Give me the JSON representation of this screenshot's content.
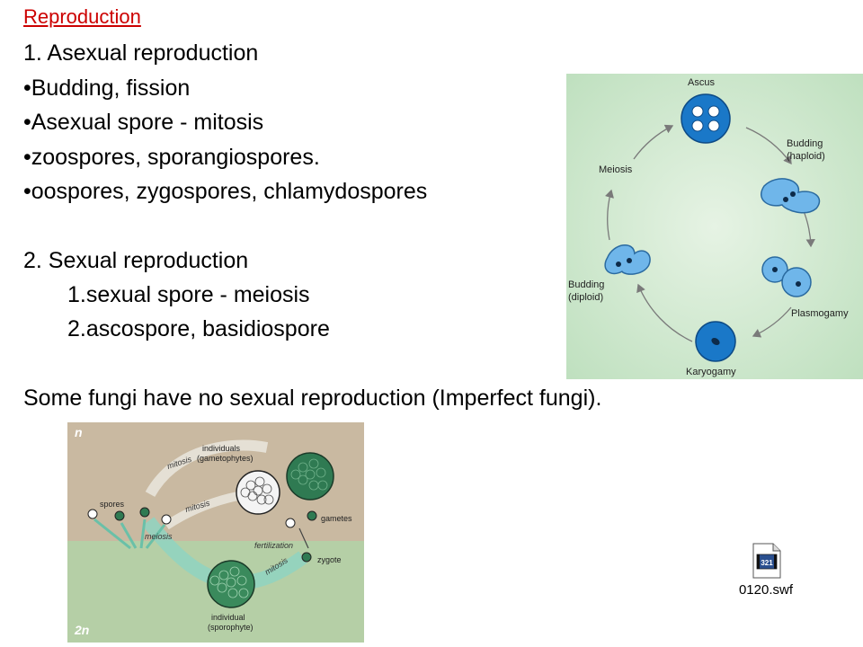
{
  "title": "Reproduction",
  "lines": {
    "asexual": "1.   Asexual reproduction",
    "budding_fission": "•Budding, fission",
    "asexual_spore": "•Asexual spore - mitosis",
    "zoospores": "•zoospores, sporangiospores.",
    "oospores": "•oospores, zygospores, chlamydospores",
    "sexual": "2.  Sexual reproduction",
    "sexual_spore": "1.sexual spore - meiosis",
    "ascospore": "2.ascospore, basidiospore",
    "imperfect": "Some fungi have no sexual reproduction (Imperfect fungi)."
  },
  "yeast_cycle": {
    "labels": {
      "ascus": "Ascus",
      "budding_haploid_1": "Budding",
      "budding_haploid_2": "(haploid)",
      "plasmogamy": "Plasmogamy",
      "karyogamy": "Karyogamy",
      "budding_diploid_1": "Budding",
      "budding_diploid_2": "(diploid)",
      "meiosis": "Meiosis"
    },
    "colors": {
      "background": "#cfe8cf",
      "cell_light": "#6fb6ea",
      "cell_dark": "#1a78c8",
      "arrow": "#7a7a7a"
    }
  },
  "alternation": {
    "labels": {
      "n": "n",
      "two_n": "2n",
      "individuals_1": "individuals",
      "individuals_2": "(gametophytes)",
      "mitosis_1": "mitosis",
      "mitosis_2": "mitosis",
      "mitosis_3": "mitosis",
      "spores": "spores",
      "gametes": "gametes",
      "meiosis": "meiosis",
      "fertilization": "fertilization",
      "zygote": "zygote",
      "individual_1": "individual",
      "individual_2": "(sporophyte)"
    },
    "colors": {
      "haploid_bg": "#c9b9a1",
      "diploid_bg": "#b5cfa6",
      "flow": "#8fd4c1",
      "cell_dark": "#2f7a52"
    }
  },
  "file": {
    "name": "0120.swf",
    "icon": "swf-file-icon"
  }
}
